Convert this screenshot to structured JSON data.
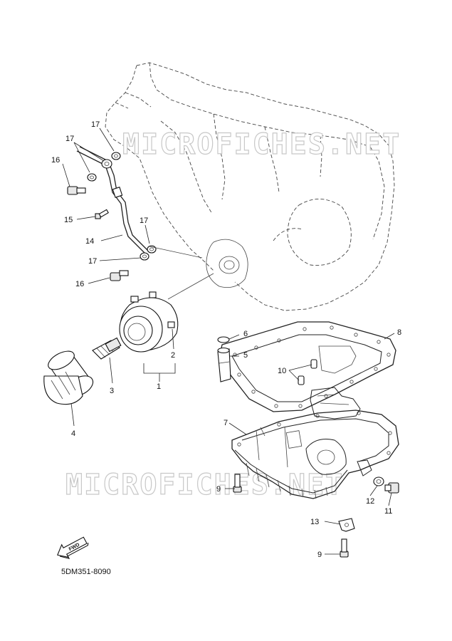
{
  "diagram": {
    "code": "5DM351-8090",
    "watermark": "MICROFICHES.NET",
    "fwd_label": "FWD",
    "callouts": {
      "c1": "1",
      "c2": "2",
      "c3": "3",
      "c4": "4",
      "c5": "5",
      "c6": "6",
      "c7": "7",
      "c8": "8",
      "c9a": "9",
      "c9b": "9",
      "c10": "10",
      "c11": "11",
      "c12": "12",
      "c13": "13",
      "c14": "14",
      "c15": "15",
      "c16a": "16",
      "c16b": "16",
      "c17a": "17",
      "c17b": "17",
      "c17c": "17",
      "c17d": "17"
    }
  }
}
